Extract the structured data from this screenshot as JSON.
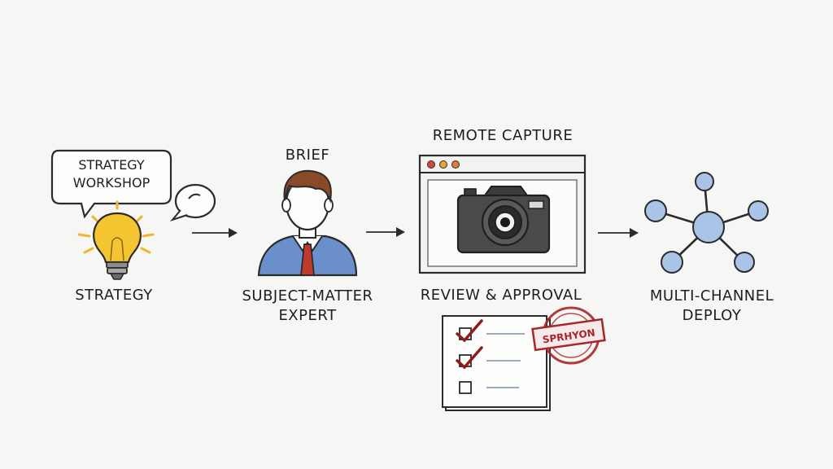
{
  "stages": [
    {
      "label": "STRATEGY",
      "callout_line1": "STRATEGY",
      "callout_line2": "WORKSHOP",
      "icon": "lightbulb-icon"
    },
    {
      "label_line1": "SUBJECT-MATTER",
      "label_line2": "EXPERT",
      "top_label": "BRIEF",
      "icon": "person-icon"
    },
    {
      "top_label": "REMOTE CAPTURE",
      "label": "REVIEW & APPROVAL",
      "icon": "camera-window-icon",
      "checklist_icon": "checklist-icon",
      "stamp_text": "SPRHYON"
    },
    {
      "label_line1": "MULTI-CHANNEL",
      "label_line2": "DEPLOY",
      "icon": "network-hub-icon"
    }
  ],
  "colors": {
    "ink": "#2b2b2b",
    "bulb": "#f4c531",
    "shirt": "#5d84c4",
    "tie": "#c0392b",
    "stamp": "#a7262a",
    "node": "#a9c4e6"
  }
}
